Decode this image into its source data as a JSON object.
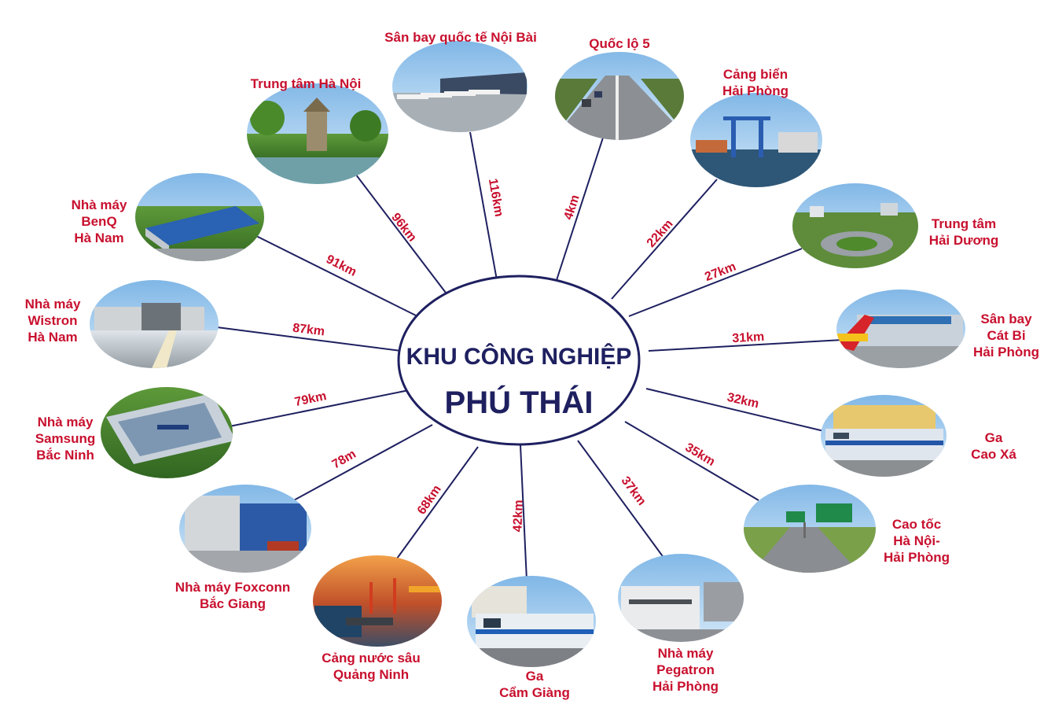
{
  "hub": {
    "line1": "KHU CÔNG NGHIỆP",
    "line2": "PHÚ THÁI"
  },
  "colors": {
    "accent": "#c8102e",
    "navy": "#1e2060"
  },
  "destinations": [
    {
      "id": "trung-tam-ha-noi",
      "lines": [
        "Trung tâm Hà Nội"
      ],
      "distance": "96km",
      "photo": "hoan-kiem-lake-tower-photo"
    },
    {
      "id": "san-bay-noi-bai",
      "lines": [
        "Sân bay quốc tế Nội Bài"
      ],
      "distance": "116km",
      "photo": "airport-planes-photo"
    },
    {
      "id": "quoc-lo-5",
      "lines": [
        "Quốc lộ 5"
      ],
      "distance": "4km",
      "photo": "highway-photo"
    },
    {
      "id": "cang-bien-hai-phong",
      "lines": [
        "Cảng biển",
        "Hải Phòng"
      ],
      "distance": "22km",
      "photo": "seaport-cranes-photo"
    },
    {
      "id": "trung-tam-hai-duong",
      "lines": [
        "Trung tâm",
        "Hải Dương"
      ],
      "distance": "27km",
      "photo": "city-roundabout-photo"
    },
    {
      "id": "san-bay-cat-bi",
      "lines": [
        "Sân bay",
        "Cát Bi",
        "Hải Phòng"
      ],
      "distance": "31km",
      "photo": "airport-terminal-photo"
    },
    {
      "id": "ga-cao-xa",
      "lines": [
        "Ga",
        "Cao Xá"
      ],
      "distance": "32km",
      "photo": "train-station-photo"
    },
    {
      "id": "cao-toc-hn-hp",
      "lines": [
        "Cao tốc",
        "Hà Nội-",
        "Hải Phòng"
      ],
      "distance": "35km",
      "photo": "expressway-photo"
    },
    {
      "id": "nha-may-pegatron",
      "lines": [
        "Nhà máy",
        "Pegatron",
        "Hải Phòng"
      ],
      "distance": "37km",
      "photo": "pegatron-factory-photo"
    },
    {
      "id": "ga-cam-giang",
      "lines": [
        "Ga",
        "Cẩm Giàng"
      ],
      "distance": "42km",
      "photo": "metro-train-photo"
    },
    {
      "id": "cang-quang-ninh",
      "lines": [
        "Cảng nước sâu",
        "Quảng Ninh"
      ],
      "distance": "68km",
      "photo": "container-port-photo"
    },
    {
      "id": "nha-may-foxconn",
      "lines": [
        "Nhà máy Foxconn",
        "Bắc Giang"
      ],
      "distance": "78m",
      "photo": "foxconn-factory-photo"
    },
    {
      "id": "nha-may-samsung",
      "lines": [
        "Nhà máy",
        "Samsung",
        "Bắc Ninh"
      ],
      "distance": "79km",
      "photo": "samsung-factory-photo"
    },
    {
      "id": "nha-may-wistron",
      "lines": [
        "Nhà máy",
        "Wistron",
        "Hà Nam"
      ],
      "distance": "87km",
      "photo": "wistron-factory-photo"
    },
    {
      "id": "nha-may-benq",
      "lines": [
        "Nhà máy",
        "BenQ",
        "Hà Nam"
      ],
      "distance": "91km",
      "photo": "benq-factory-photo"
    }
  ]
}
